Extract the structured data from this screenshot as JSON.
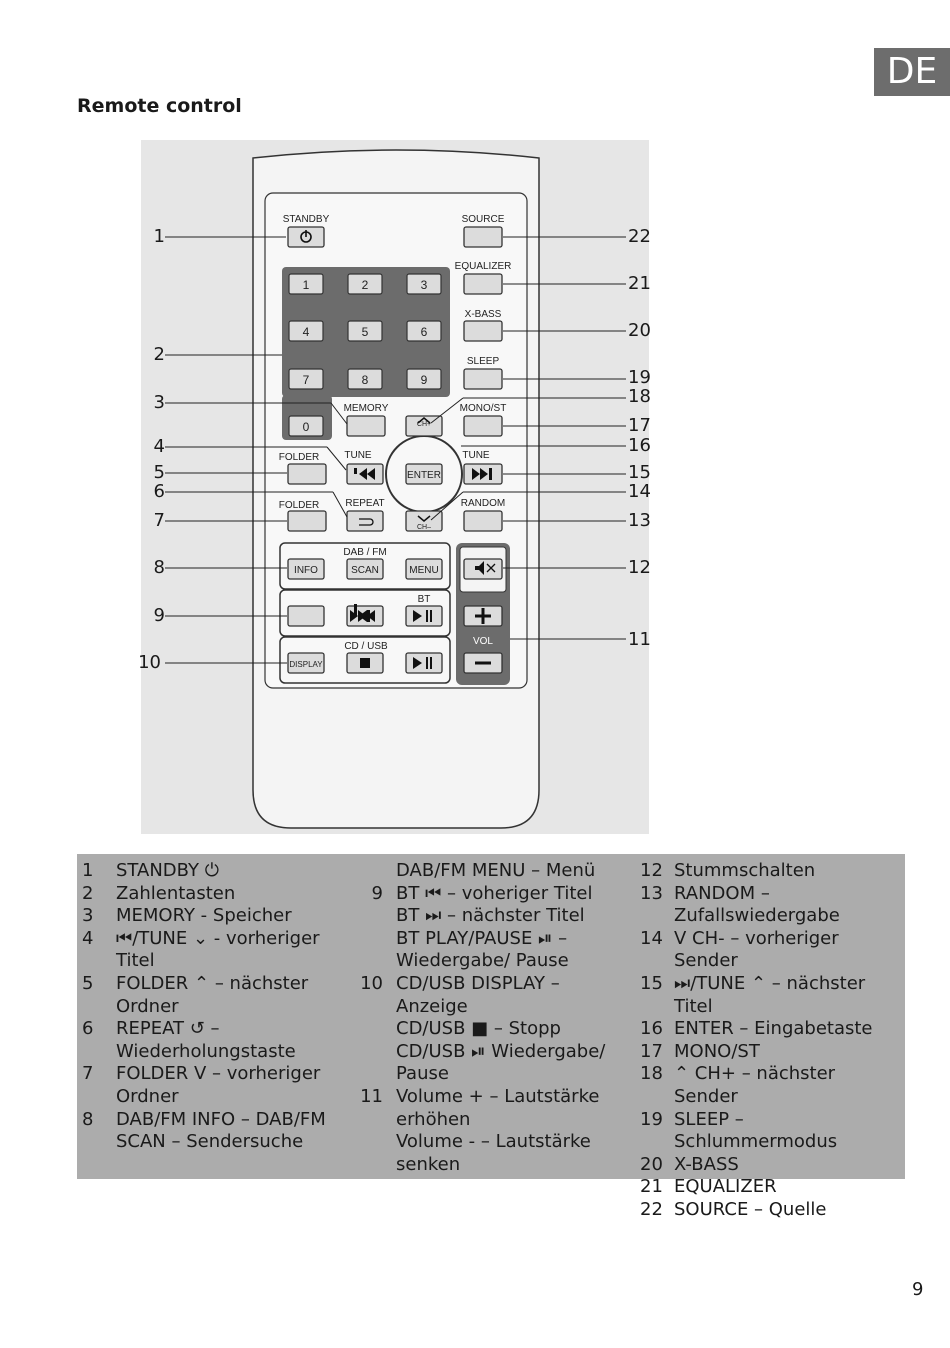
{
  "header": {
    "language_tab": "DE",
    "section_title": "Remote control"
  },
  "remote": {
    "buttons": {
      "standby": "STANDBY",
      "source": "SOURCE",
      "equalizer": "EQUALIZER",
      "xbass": "X-BASS",
      "sleep": "SLEEP",
      "memory": "MEMORY",
      "mono_st": "MONO/ST",
      "folder_up": "FOLDER",
      "tune_down": "TUNE",
      "enter": "ENTER",
      "tune_up": "TUNE",
      "folder_down": "FOLDER",
      "repeat": "REPEAT",
      "random": "RANDOM",
      "dab_fm": "DAB / FM",
      "info": "INFO",
      "scan": "SCAN",
      "menu": "MENU",
      "bt": "BT",
      "cd_usb": "CD / USB",
      "display": "DISPLAY",
      "vol": "VOL",
      "ch_plus": "CH+",
      "ch_minus": "CH–",
      "digits": [
        "1",
        "2",
        "3",
        "4",
        "5",
        "6",
        "7",
        "8",
        "9",
        "0"
      ]
    },
    "callouts_left": [
      "1",
      "2",
      "3",
      "4",
      "5",
      "6",
      "7",
      "8",
      "9",
      "10"
    ],
    "callouts_right": [
      "22",
      "21",
      "20",
      "19",
      "18",
      "17",
      "16",
      "15",
      "14",
      "13",
      "12",
      "11"
    ]
  },
  "legend": {
    "col1": [
      {
        "num": "1",
        "text": "STANDBY ⏻"
      },
      {
        "num": "2",
        "text": "Zahlentasten"
      },
      {
        "num": "3",
        "text": "MEMORY - Speicher"
      },
      {
        "num": "4",
        "text": "⏮/TUNE ⌄ - vorheriger Titel"
      },
      {
        "num": "5",
        "text": "FOLDER ⌃ – nächster Ordner"
      },
      {
        "num": "6",
        "text": "REPEAT ↺ – Wiederholungstaste"
      },
      {
        "num": "7",
        "text": "FOLDER V – vorheriger Ordner"
      },
      {
        "num": "8",
        "text": "DAB/FM INFO – DAB/FM SCAN – Sendersuche"
      }
    ],
    "col2": [
      {
        "num": "",
        "text": "DAB/FM MENU – Menü"
      },
      {
        "num": "9",
        "text": "BT ⏮ – voheriger Titel"
      },
      {
        "num": "",
        "text": "BT ⏭ – nächster Titel"
      },
      {
        "num": "",
        "text": "BT PLAY/PAUSE ⏯ – Wiedergabe/ Pause"
      },
      {
        "num": "10",
        "text": "CD/USB DISPLAY – Anzeige"
      },
      {
        "num": "",
        "text": "CD/USB ■ – Stopp"
      },
      {
        "num": "",
        "text": "CD/USB ⏯ Wiedergabe/ Pause"
      },
      {
        "num": "11",
        "text": "Volume + – Lautstärke erhöhen"
      },
      {
        "num": "",
        "text": "Volume - – Lautstärke senken"
      }
    ],
    "col3": [
      {
        "num": "12",
        "text": "Stummschalten"
      },
      {
        "num": "13",
        "text": "RANDOM – Zufallswiedergabe"
      },
      {
        "num": "14",
        "text": "V CH- – vorheriger Sender"
      },
      {
        "num": "15",
        "text": "⏭/TUNE ⌃ – nächster Titel"
      },
      {
        "num": "16",
        "text": "ENTER – Eingabetaste"
      },
      {
        "num": "17",
        "text": "MONO/ST"
      },
      {
        "num": "18",
        "text": "⌃ CH+ – nächster Sender"
      },
      {
        "num": "19",
        "text": "SLEEP – Schlummermodus"
      },
      {
        "num": "20",
        "text": "X-BASS"
      },
      {
        "num": "21",
        "text": "EQUALIZER"
      },
      {
        "num": "22",
        "text": "SOURCE – Quelle"
      }
    ]
  },
  "footer": {
    "page_number": "9"
  }
}
